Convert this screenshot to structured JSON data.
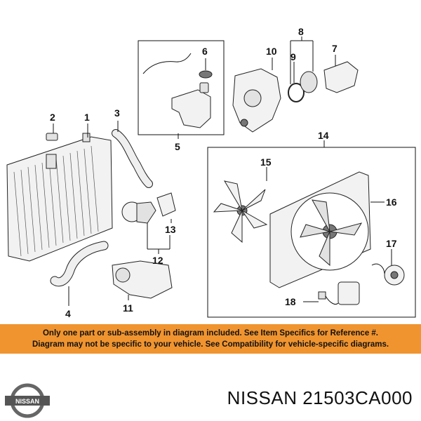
{
  "diagram": {
    "callouts": [
      "1",
      "2",
      "3",
      "4",
      "5",
      "6",
      "7",
      "8",
      "9",
      "10",
      "11",
      "12",
      "13",
      "14",
      "15",
      "16",
      "17",
      "18"
    ]
  },
  "notice": {
    "line1": "Only one part or sub-assembly in diagram included. See Item Specifics for Reference #.",
    "line2": "Diagram may not be specific to your vehicle. See Compatibility for vehicle-specific diagrams.",
    "background": "#f0942f"
  },
  "footer": {
    "brand": "NISSAN",
    "part_number": "NISSAN 21503CA000",
    "logo_icon": "nissan-logo-icon"
  }
}
